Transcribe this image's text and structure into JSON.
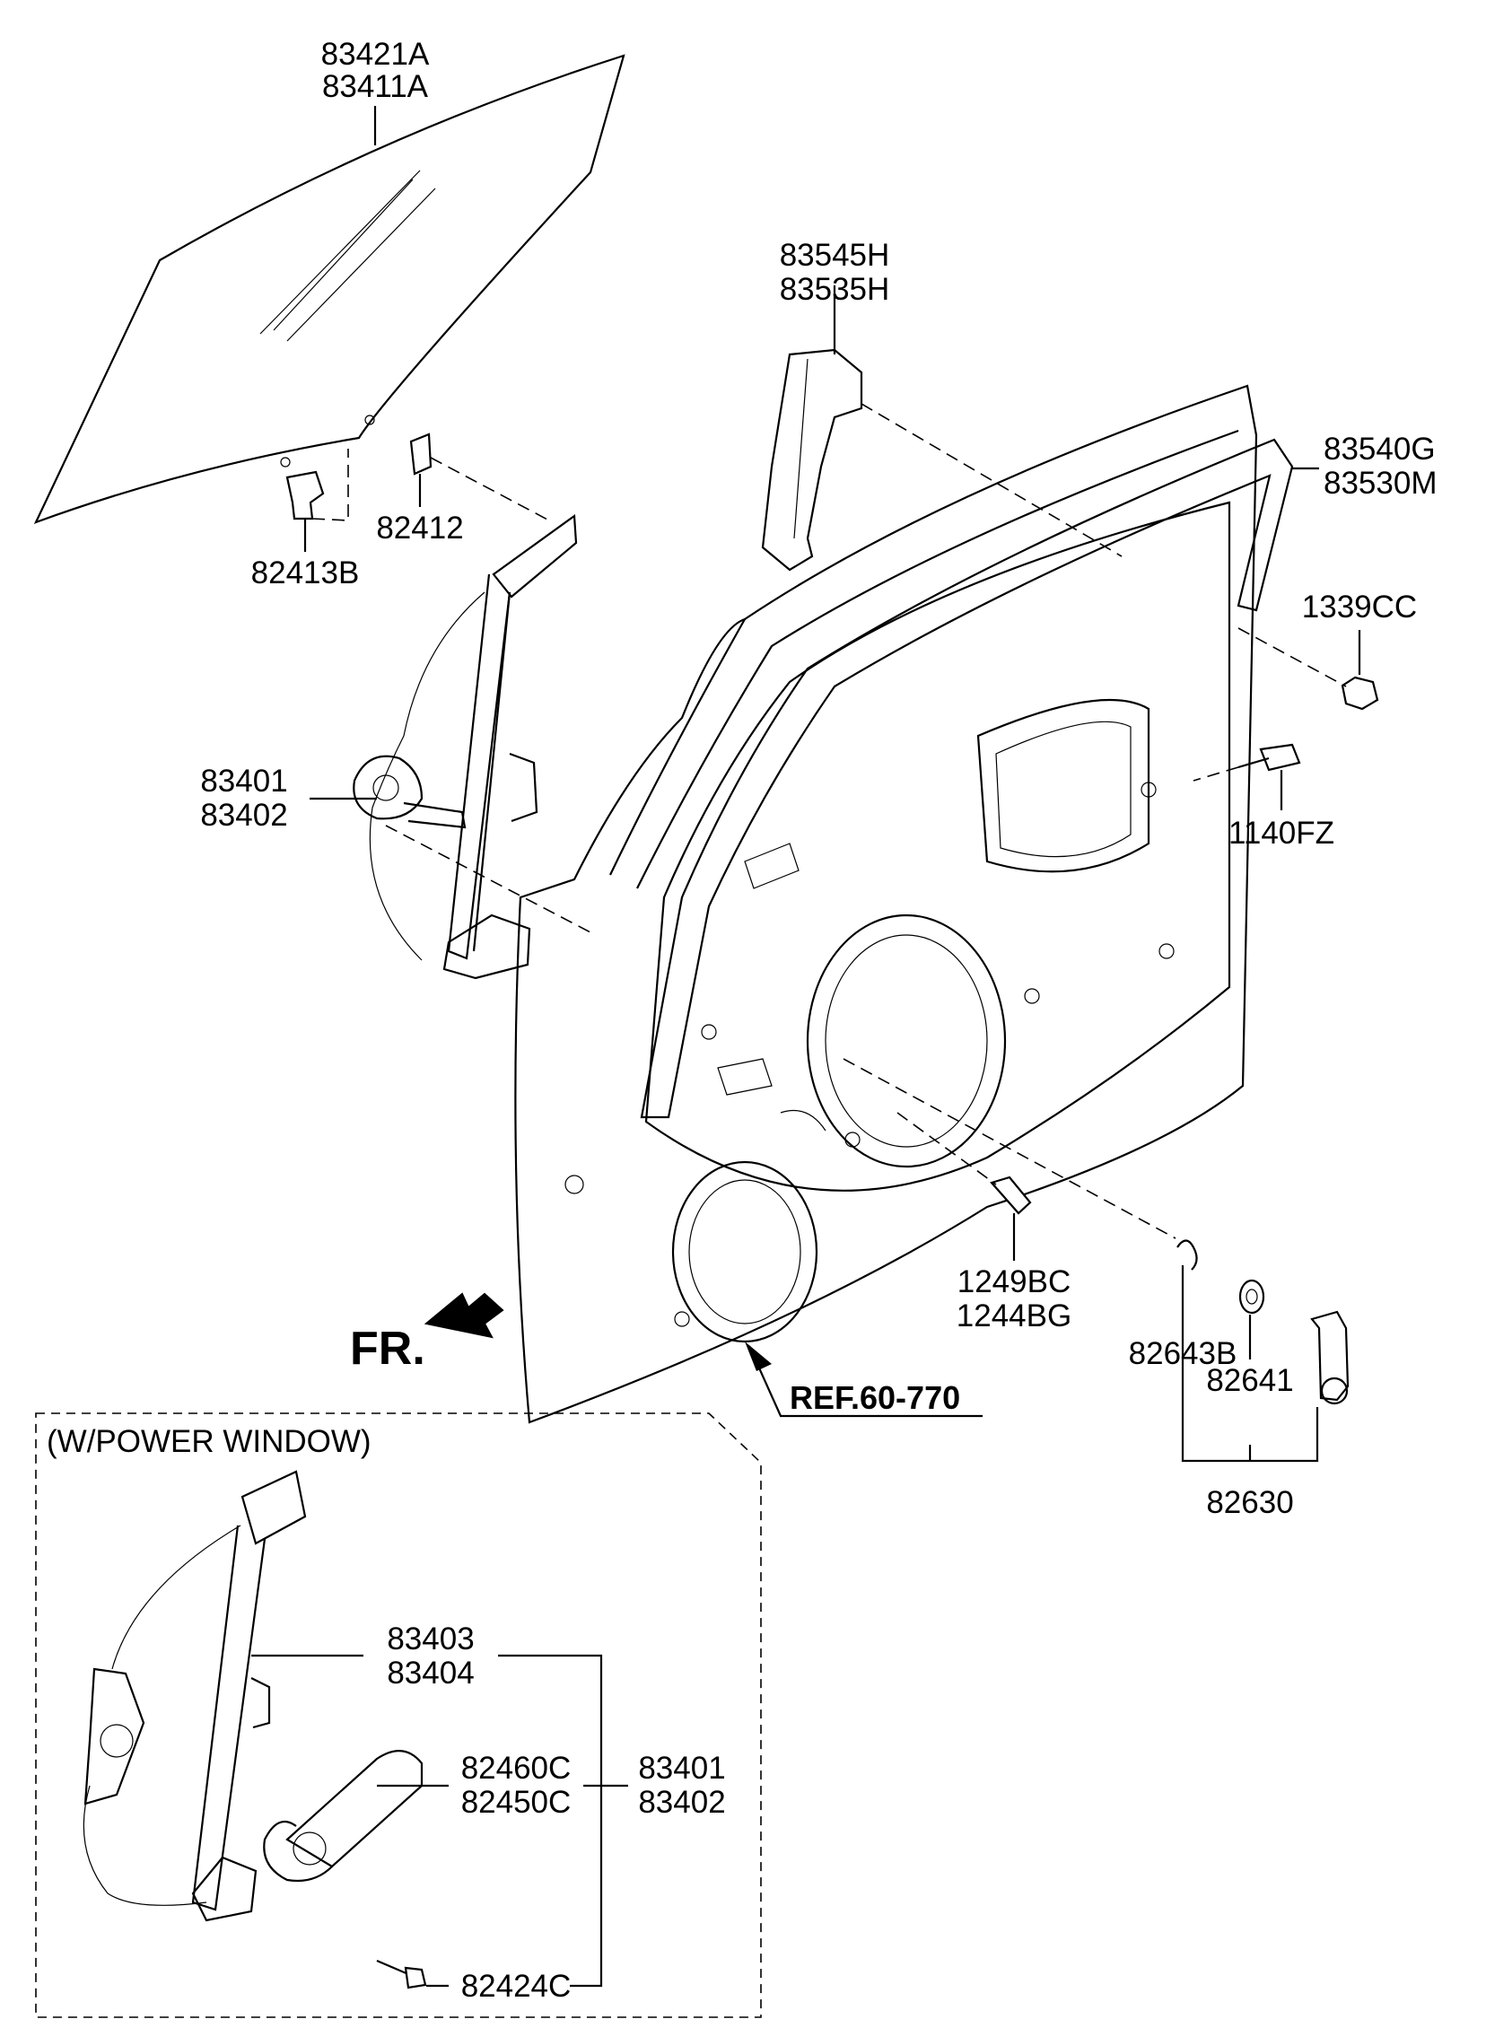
{
  "diagram": {
    "labels": {
      "glass": [
        "83421A",
        "83411A"
      ],
      "channel_front": [
        "83545H",
        "83535H"
      ],
      "channel_run": [
        "83540G",
        "83530M"
      ],
      "nut": "1339CC",
      "bolt_door": "1140FZ",
      "clip_a": "82412",
      "clip_b": "82413B",
      "regulator_manual": [
        "83401",
        "83402"
      ],
      "bolt_lower": [
        "1249BC",
        "1244BG"
      ],
      "spring": "82643B",
      "washer": "82641",
      "handle_assy": "82630",
      "ref": "REF.60-770",
      "front": "FR.",
      "power_window_title": "(W/POWER WINDOW)",
      "reg_power_a": [
        "83403",
        "83404"
      ],
      "motor": [
        "82460C",
        "82450C"
      ],
      "reg_power_b": [
        "83401",
        "83402"
      ],
      "motor_bolt": "82424C"
    }
  }
}
